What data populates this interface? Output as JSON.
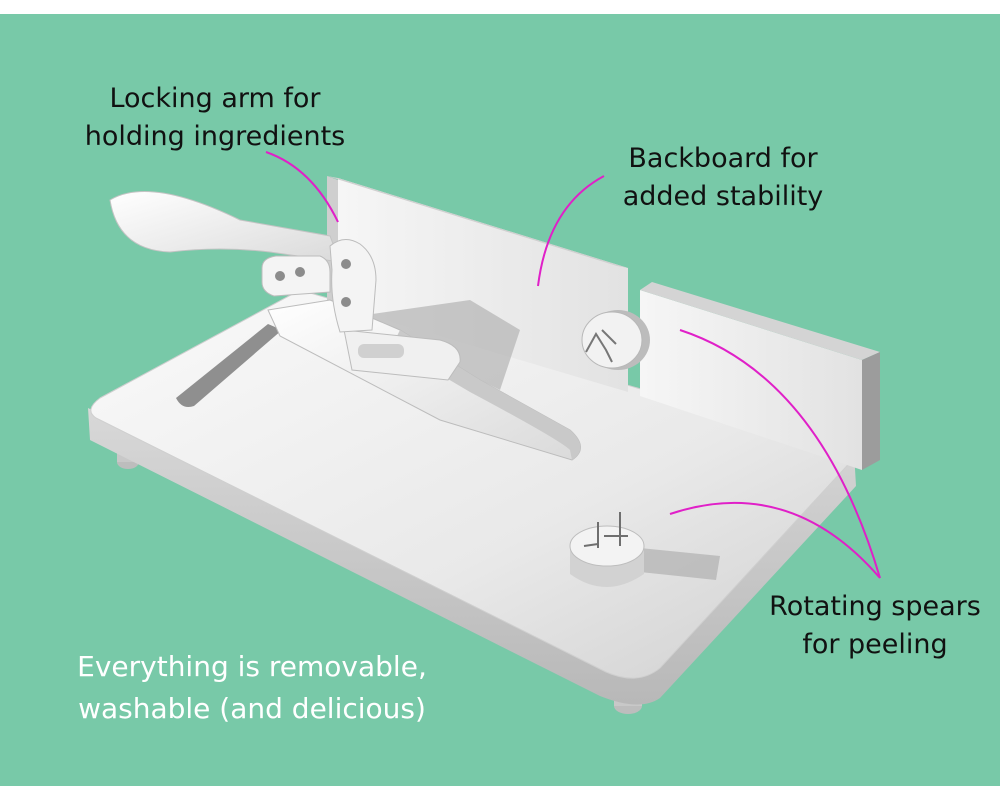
{
  "colors": {
    "background": "#78c9a8",
    "callout_line": "#e020c8",
    "label_text": "#111111",
    "caption_text": "#ffffff",
    "model_light": "#f4f4f4",
    "model_mid": "#d6d6d6",
    "model_dark": "#9a9a9a"
  },
  "labels": {
    "locking_arm": [
      "Locking arm for",
      "holding ingredients"
    ],
    "backboard": [
      "Backboard for",
      "added stability"
    ],
    "rotating_spears": [
      "Rotating spears",
      "for peeling"
    ]
  },
  "caption": [
    "Everything is removable,",
    "washable (and delicious)"
  ]
}
